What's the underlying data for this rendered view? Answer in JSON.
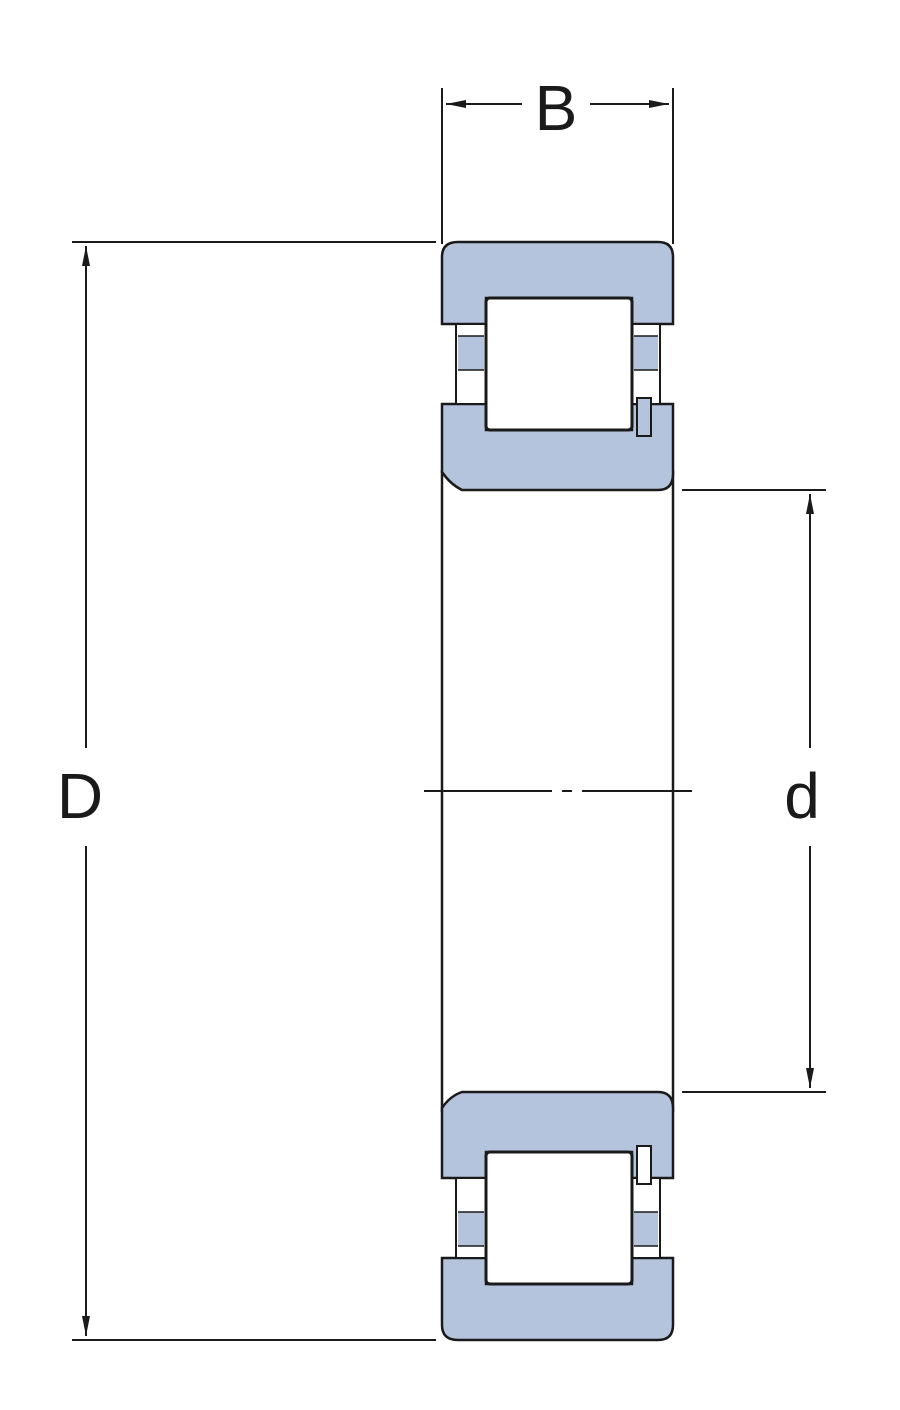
{
  "labels": {
    "width": "B",
    "outer_diameter": "D",
    "bore_diameter": "d"
  },
  "colors": {
    "ring_fill": "#b4c4dc",
    "line": "#1a1a1a",
    "background": "#ffffff"
  }
}
